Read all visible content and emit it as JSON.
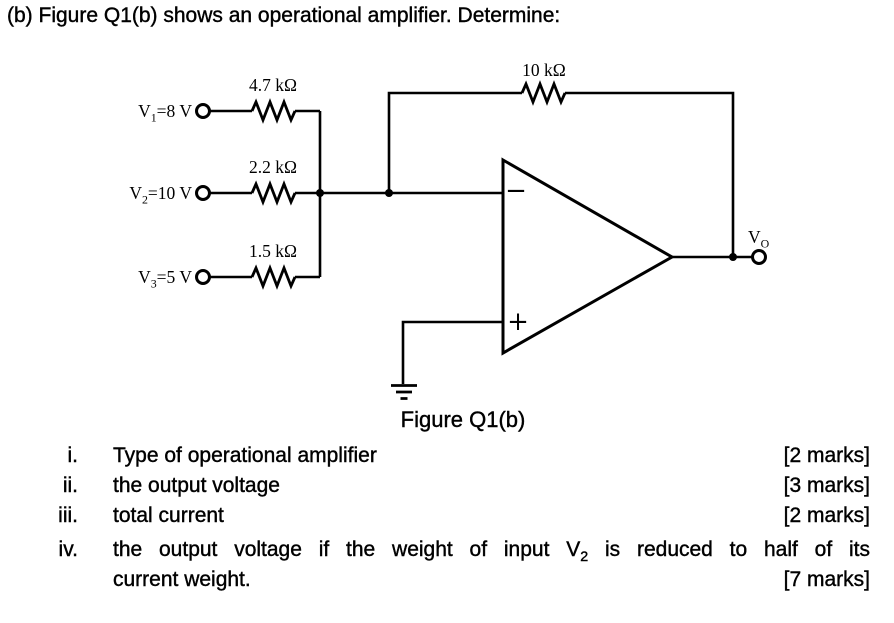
{
  "header": "(b) Figure Q1(b) shows an operational amplifier. Determine:",
  "circuit": {
    "inputs": [
      {
        "name": "V",
        "sub": "1",
        "eq": "=8 V",
        "resistor": "4.7 kΩ"
      },
      {
        "name": "V",
        "sub": "2",
        "eq": "=10 V",
        "resistor": "2.2 kΩ"
      },
      {
        "name": "V",
        "sub": "3",
        "eq": "=5 V",
        "resistor": "1.5 kΩ"
      }
    ],
    "feedback_resistor": "10 kΩ",
    "opamp": {
      "minus": "−",
      "plus": "+"
    },
    "output": {
      "name": "V",
      "sub": "O"
    },
    "caption": "Figure Q1(b)",
    "line_color": "#000000",
    "background_color": "#ffffff"
  },
  "questions": {
    "items": [
      {
        "numeral": "i.",
        "text": "Type of operational amplifier",
        "marks": "[2 marks]"
      },
      {
        "numeral": "ii.",
        "text": "the output voltage",
        "marks": "[3 marks]"
      },
      {
        "numeral": "iii.",
        "text": "total current",
        "marks": "[2 marks]"
      },
      {
        "numeral": "iv.",
        "line1_pre": "the output voltage if the weight of input ",
        "line1_v": "V",
        "line1_sub": "2",
        "line1_post": " is reduced to half of its",
        "line2": "current weight.",
        "marks": "[7 marks]"
      }
    ]
  }
}
